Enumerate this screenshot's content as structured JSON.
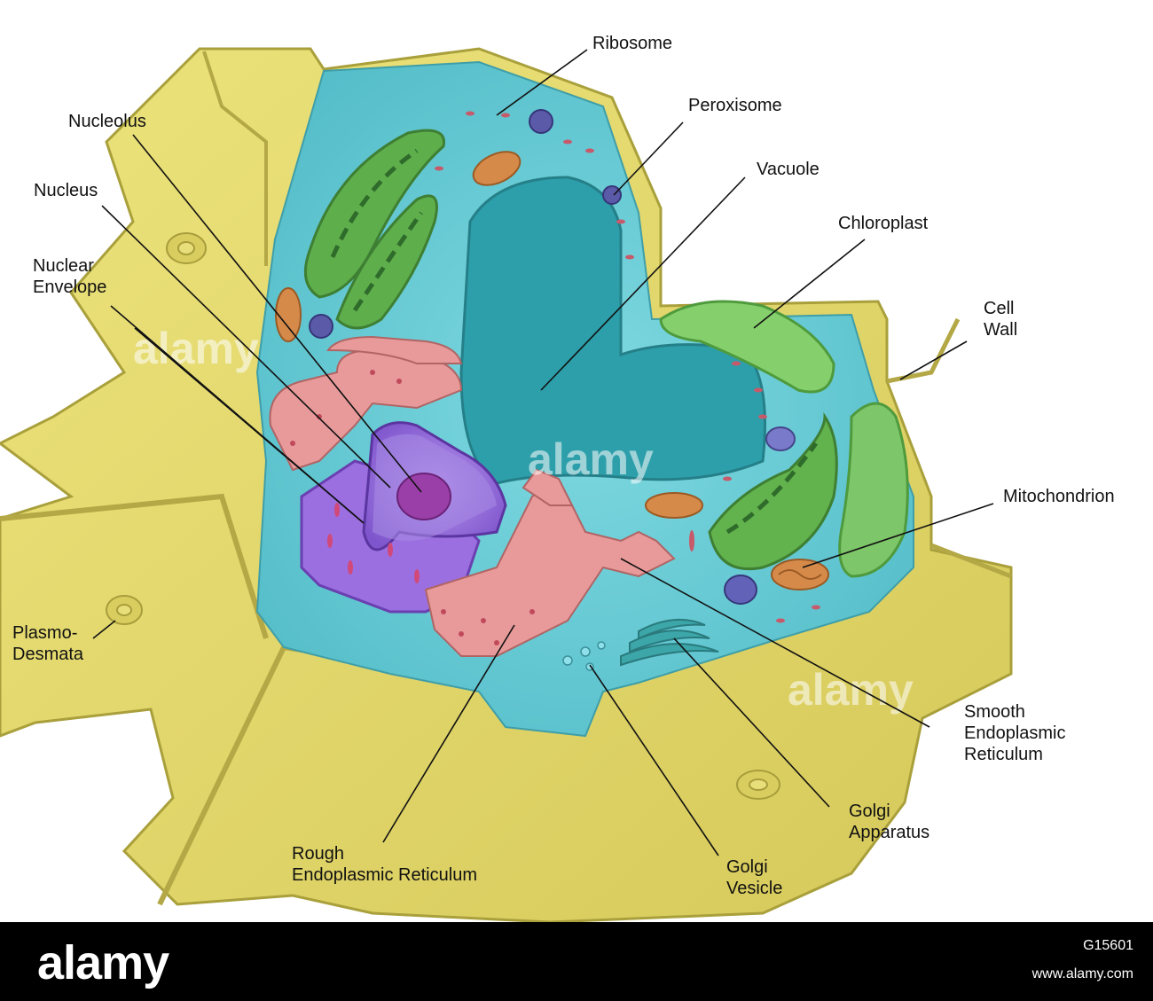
{
  "labels": {
    "ribosome": "Ribosome",
    "peroxisome": "Peroxisome",
    "vacuole": "Vacuole",
    "chloroplast": "Chloroplast",
    "cell_wall_1": "Cell",
    "cell_wall_2": "Wall",
    "mitochondrion": "Mitochondrion",
    "smooth_er_1": "Smooth",
    "smooth_er_2": "Endoplasmic",
    "smooth_er_3": "Reticulum",
    "golgi_apparatus_1": "Golgi",
    "golgi_apparatus_2": "Apparatus",
    "golgi_vesicle_1": "Golgi",
    "golgi_vesicle_2": "Vesicle",
    "rough_er_1": "Rough",
    "rough_er_2": "Endoplasmic Reticulum",
    "plasmodesmata_1": "Plasmo-",
    "plasmodesmata_2": "Desmata",
    "nuclear_envelope_1": "Nuclear",
    "nuclear_envelope_2": "Envelope",
    "nucleus": "Nucleus",
    "nucleolus": "Nucleolus"
  },
  "watermark": "alamy",
  "footer": {
    "logo": "alamy",
    "image_id": "G15601",
    "url": "www.alamy.com"
  },
  "colors": {
    "cell_wall": "#e3d86a",
    "cytoplasm": "#6ccfd8",
    "vacuole": "#2a9aa8",
    "chloroplast": "#7cc763",
    "nucleus": "#9b6fe0",
    "endoplasmic_reticulum": "#e89a9a",
    "mitochondrion": "#d58a4a",
    "peroxisome": "#6a6ab8"
  }
}
